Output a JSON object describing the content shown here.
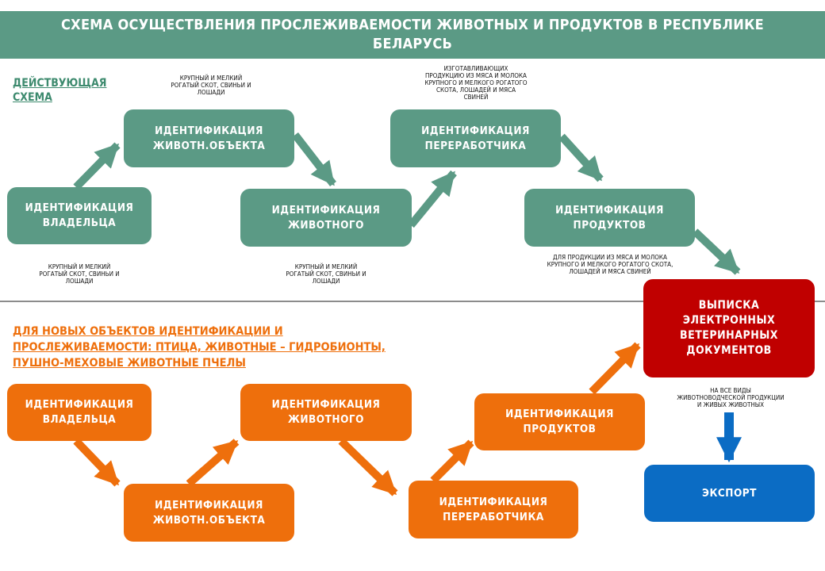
{
  "title": "СХЕМА ОСУЩЕСТВЛЕНИЯ ПРОСЛЕЖИВАЕМОСТИ ЖИВОТНЫХ И ПРОДУКТОВ В РЕСПУБЛИКЕ БЕЛАРУСЬ",
  "current_scheme": {
    "label": "ДЕЙСТВУЮЩАЯ СХЕМА",
    "owner": "ИДЕНТИФИКАЦИЯ\nВЛАДЕЛЬЦА",
    "object": "ИДЕНТИФИКАЦИЯ\nЖИВОТН.ОБЪЕКТА",
    "animal": "ИДЕНТИФИКАЦИЯ\nЖИВОТНОГО",
    "processor": "ИДЕНТИФИКАЦИЯ\nПЕРЕРАБОТЧИКА",
    "products": "ИДЕНТИФИКАЦИЯ\nПРОДУКТОВ",
    "note_owner": "КРУПНЫЙ И МЕЛКИЙ\nРОГАТЫЙ СКОТ, СВИНЬИ И\nЛОШАДИ",
    "note_object": "КРУПНЫЙ И МЕЛКИЙ\nРОГАТЫЙ СКОТ, СВИНЬИ И\nЛОШАДИ",
    "note_animal": "КРУПНЫЙ И МЕЛКИЙ\nРОГАТЫЙ СКОТ, СВИНЬИ И\nЛОШАДИ",
    "note_processor": "ИЗГОТАВЛИВАЮЩИХ\nПРОДУКЦИЮ ИЗ МЯСА И МОЛОКА\nКРУПНОГО И МЕЛКОГО РОГАТОГО\nСКОТА, ЛОШАДЕЙ И МЯСА\nСВИНЕЙ",
    "note_products": "ДЛЯ ПРОДУКЦИИ ИЗ МЯСА И МОЛОКА\nКРУПНОГО И МЕЛКОГО РОГАТОГО СКОТА,\nЛОШАДЕЙ И МЯСА СВИНЕЙ"
  },
  "new_scheme": {
    "label": "ДЛЯ НОВЫХ ОБЪЕКТОВ ИДЕНТИФИКАЦИИ И ПРОСЛЕЖИВАЕМОСТИ: ПТИЦА, ЖИВОТНЫЕ – ГИДРОБИОНТЫ, ПУШНО-МЕХОВЫЕ ЖИВОТНЫЕ ПЧЕЛЫ",
    "owner": "ИДЕНТИФИКАЦИЯ\nВЛАДЕЛЬЦА",
    "object": "ИДЕНТИФИКАЦИЯ\nЖИВОТН.ОБЪЕКТА",
    "animal": "ИДЕНТИФИКАЦИЯ\nЖИВОТНОГО",
    "processor": "ИДЕНТИФИКАЦИЯ\nПЕРЕРАБОТЧИКА",
    "products": "ИДЕНТИФИКАЦИЯ\nПРОДУКТОВ"
  },
  "vet_docs": "ВЫПИСКА\nЭЛЕКТРОННЫХ\nВЕТЕРИНАРНЫХ\nДОКУМЕНТОВ",
  "note_vet": "НА ВСЕ ВИДЫ\nЖИВОТНОВОДЧЕСКОЙ ПРОДУКЦИИ\nИ ЖИВЫХ ЖИВОТНЫХ",
  "export": "ЭКСПОРТ",
  "colors": {
    "green": "#5b9a85",
    "orange": "#ee6f0c",
    "red": "#c00000",
    "blue": "#0b6cc4",
    "divider": "#8c8c8c"
  }
}
